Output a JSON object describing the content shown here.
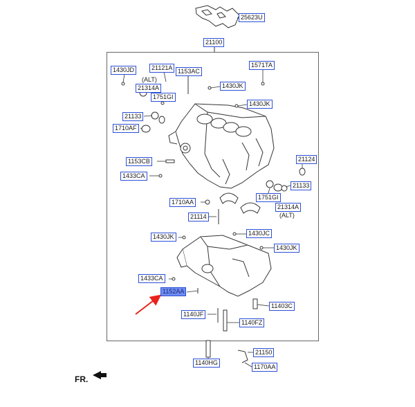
{
  "labels": {
    "p25623u": "25623U",
    "p21100": "21100",
    "p1430jd": "1430JD",
    "p21121a": "21121A",
    "p1153ac": "1153AC",
    "p1571ta": "1571TA",
    "p21314a_top": "21314A",
    "p1430jk_a": "1430JK",
    "p1751gi_top": "1751GI",
    "p1430jk_b": "1430JK",
    "p21133_left": "21133",
    "p1710af": "1710AF",
    "p1153cb": "1153CB",
    "p21124": "21124",
    "p1433ca_top": "1433CA",
    "p21133_right": "21133",
    "p1710aa": "1710AA",
    "p1751gi_right": "1751GI",
    "p21314a_right": "21314A",
    "p21114": "21114",
    "p1430jk_c": "1430JK",
    "p1430jc": "1430JC",
    "p1430jk_d": "1430JK",
    "p1433ca_bottom": "1433CA",
    "p1152aa": "1152AA",
    "p11403c": "11403C",
    "p1140jf": "1140JF",
    "p1140fz": "1140FZ",
    "p21150": "21150",
    "p1140hg": "1140HG",
    "p1170aa": "1170AA"
  },
  "notes": {
    "alt_top": "(ALT)",
    "alt_right": "(ALT)"
  },
  "direction": {
    "front": "FR."
  },
  "colors": {
    "label_border": "#2b4fd6",
    "highlight_fill": "#6f8df2",
    "pointer_arrow": "#e8221c",
    "line_art": "#333333"
  }
}
